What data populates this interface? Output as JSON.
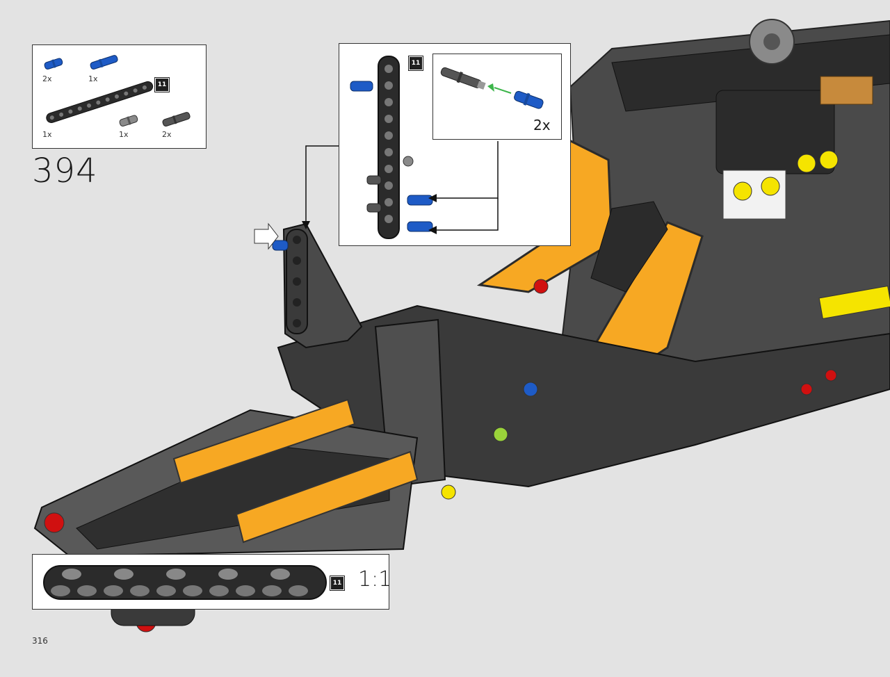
{
  "step": {
    "number": "394"
  },
  "page": {
    "number": "316"
  },
  "parts_list": {
    "items": [
      {
        "name": "blue-axle-pin",
        "qty": "2x",
        "color": "#1e5bc6"
      },
      {
        "name": "blue-long-pin",
        "qty": "1x",
        "color": "#1e5bc6"
      },
      {
        "name": "black-beam-11",
        "qty": "1x",
        "length_badge": "11",
        "color": "#2b2b2b"
      },
      {
        "name": "grey-pin",
        "qty": "1x",
        "color": "#8a8a8a"
      },
      {
        "name": "dark-grey-pin",
        "qty": "2x",
        "color": "#555555"
      }
    ]
  },
  "sub_assembly": {
    "length_badge": "11",
    "inner_multiplier": "2x"
  },
  "scale_box": {
    "length_badge": "11",
    "scale": "1:1"
  },
  "colors": {
    "page_bg": "#e3e3e3",
    "black": "#2b2b2b",
    "dark_grey": "#4a4a4a",
    "light_grey": "#a8a8a8",
    "orange": "#f7a823",
    "blue": "#1e5bc6",
    "red": "#d01010",
    "yellow": "#f5e400",
    "green_arrow": "#3cb54a"
  }
}
